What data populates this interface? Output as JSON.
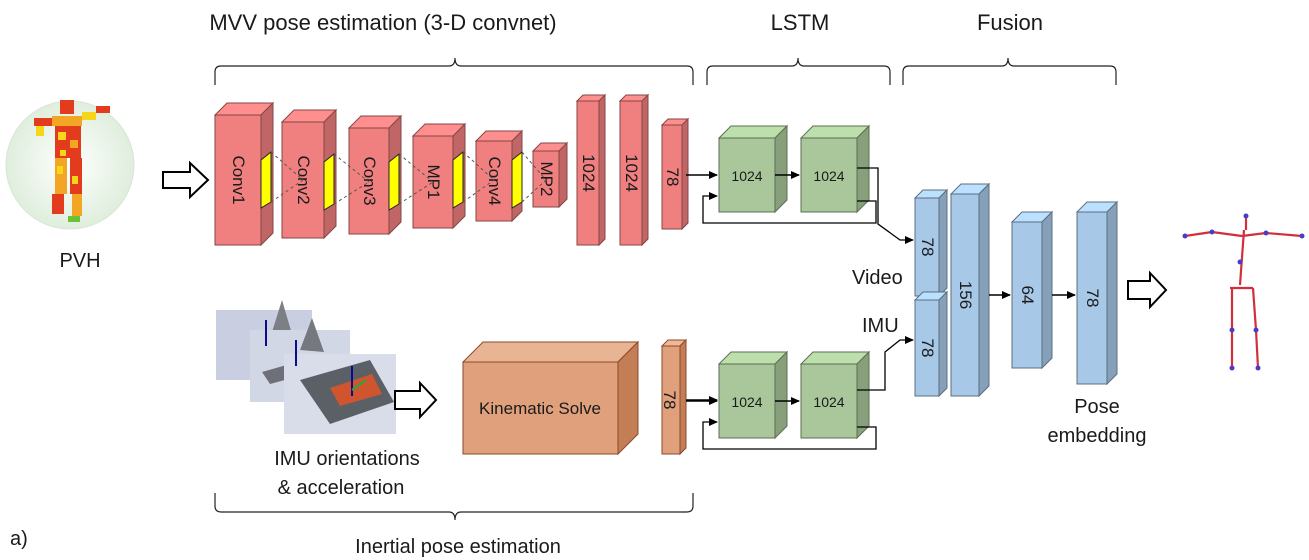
{
  "headers": {
    "mvv": "MVV pose estimation (3-D convnet)",
    "lstm": "LSTM",
    "fusion": "Fusion",
    "inertial": "Inertial pose estimation"
  },
  "labels": {
    "pvh": "PVH",
    "imu_orientations": "IMU orientations",
    "acceleration": "& acceleration",
    "video": "Video",
    "imu": "IMU",
    "pose": "Pose",
    "embedding": "embedding",
    "panel": "a)"
  },
  "video_branch": {
    "blocks": [
      "Conv1",
      "Conv2",
      "Conv3",
      "MP1",
      "Conv4",
      "MP2",
      "1024",
      "1024",
      "78"
    ],
    "lstm": [
      "1024",
      "1024"
    ]
  },
  "imu_branch": {
    "solver": "Kinematic Solve",
    "out": "78",
    "lstm": [
      "1024",
      "1024"
    ]
  },
  "fusion_blocks": [
    "78",
    "78",
    "156",
    "64",
    "78"
  ],
  "colors": {
    "conv": "#f08080",
    "lstm": "#a9c79a",
    "fusion": "#a8c8e8",
    "solver": "#e0a07c",
    "kernel": "#ffff00"
  }
}
